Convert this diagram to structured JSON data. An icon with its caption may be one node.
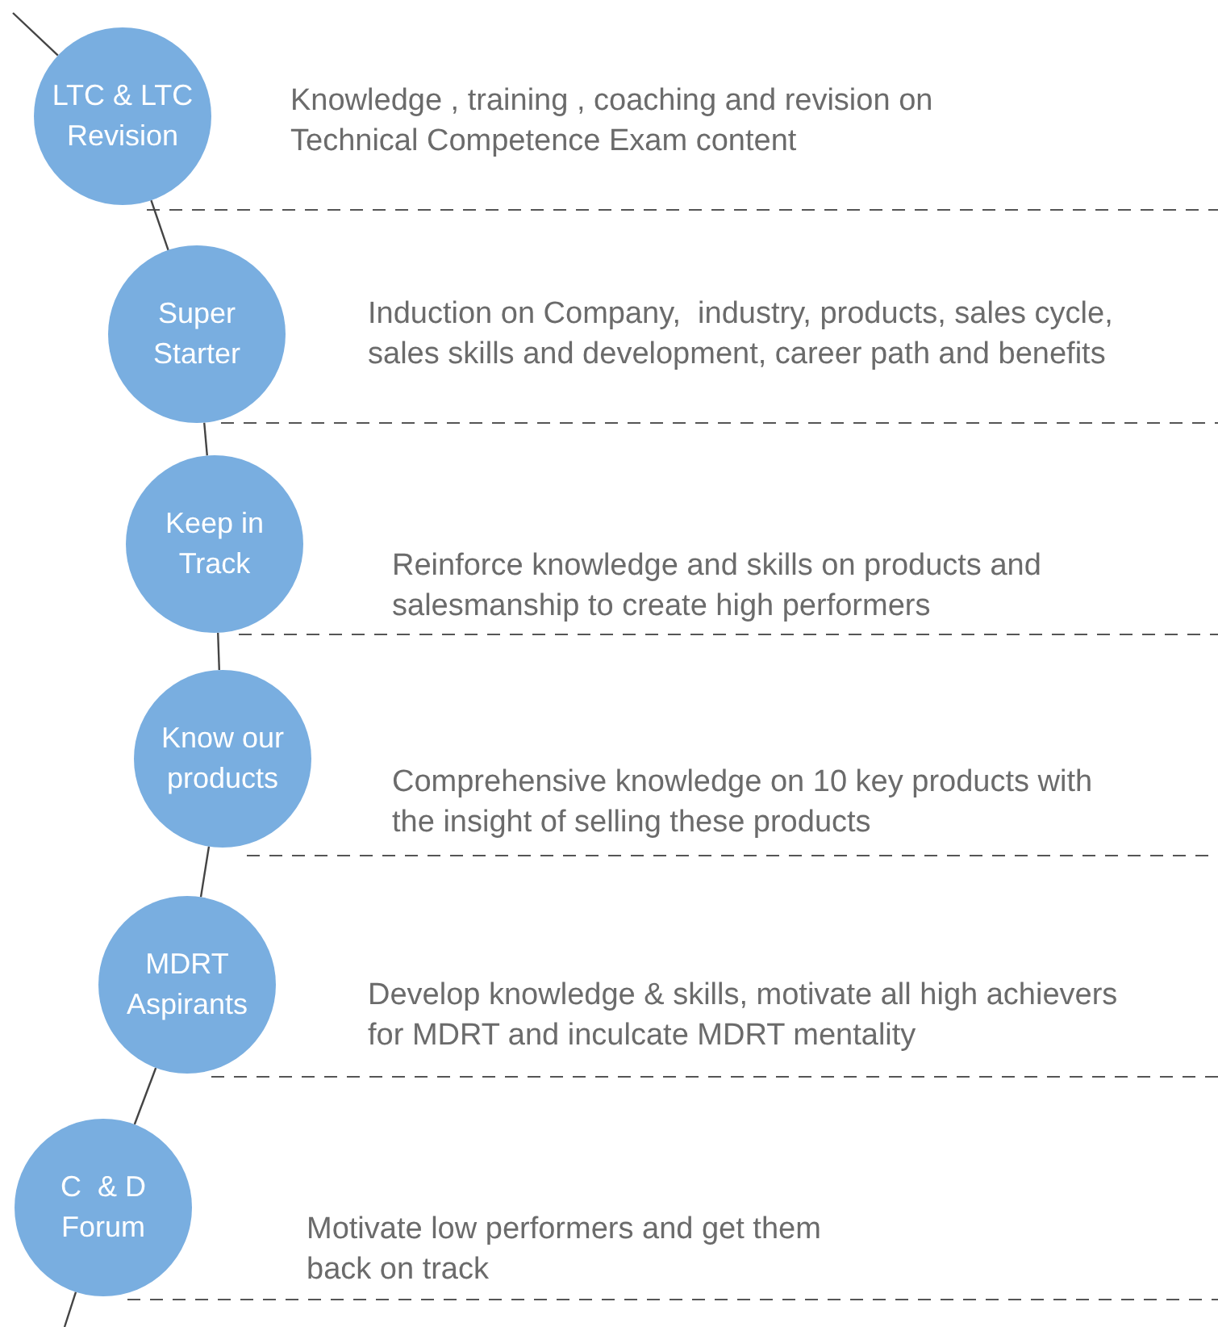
{
  "diagram": {
    "nodes": [
      {
        "text": [
          "LTC & LTC Revision"
        ],
        "beside": [
          "Knowledge , training , coaching and revision on Technical Competence Exam content"
        ]
      },
      {
        "text": [
          "Super Starter"
        ],
        "beside": [
          "Induction on Company,  industry, products, sales cycle, sales skills and development, career path and benefits"
        ]
      },
      {
        "text": [
          "Keep in Track"
        ],
        "beside": [
          "Reinforce knowledge and skills on products and salesmanship to create high performers"
        ]
      },
      {
        "text": [
          "Know our products"
        ],
        "beside": [
          "Comprehensive knowledge on 10 key products with the insight of selling these products"
        ]
      },
      {
        "text": [
          "MDRT Aspirants"
        ],
        "beside": [
          "Develop knowledge & skills, motivate all high achievers for MDRT and inculcate MDRT mentality"
        ]
      },
      {
        "text": [
          "C  & D Forum"
        ],
        "beside": [
          "Motivate low performers and get them back on track"
        ]
      }
    ],
    "edges": [
      {
        "from": null,
        "to": 0,
        "arrow": "none"
      },
      {
        "from": 0,
        "to": 1,
        "arrow": "none"
      },
      {
        "from": 1,
        "to": 2,
        "arrow": "none"
      },
      {
        "from": 2,
        "to": 3,
        "arrow": "none"
      },
      {
        "from": 3,
        "to": 4,
        "arrow": "none"
      },
      {
        "from": 4,
        "to": 5,
        "arrow": "none"
      },
      {
        "from": 5,
        "to": null,
        "arrow": "none"
      }
    ]
  }
}
